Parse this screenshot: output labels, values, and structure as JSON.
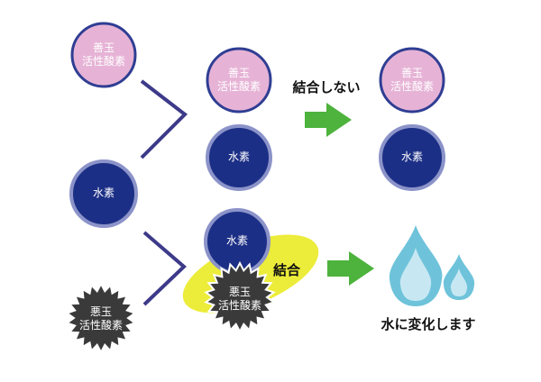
{
  "labels": {
    "good_radical": [
      "善玉",
      "活性酸素"
    ],
    "bad_radical": [
      "悪玉",
      "活性酸素"
    ],
    "hydrogen": "水素",
    "no_bond": "結合しない",
    "bond": "結合",
    "becomes_water": "水に変化します"
  },
  "colors": {
    "good_fill": "#e6b3d6",
    "good_stroke": "#2f3e93",
    "hydrogen_fill": "#1c2f86",
    "hydrogen_stroke": "#8b93c9",
    "bad_fill": "#3a3a3a",
    "line": "#3d3a8a",
    "arrow": "#4db33d",
    "highlight": "#ecec3a",
    "drop_light": "#c7e8f3",
    "drop_dark": "#6ec3da"
  }
}
